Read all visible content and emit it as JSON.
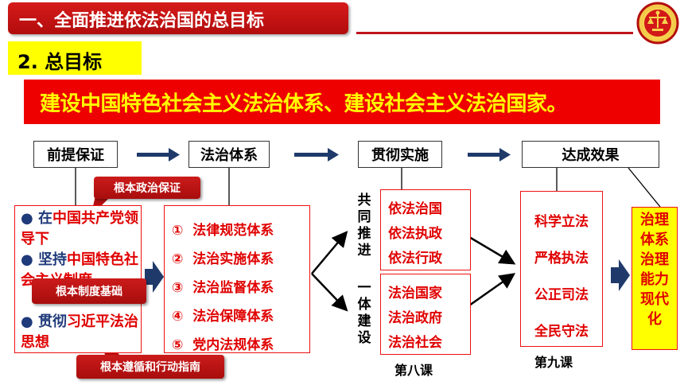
{
  "header": {
    "title": "一、全面推进依法治国的总目标"
  },
  "subheading": {
    "title": "2. 总目标"
  },
  "banner": {
    "text": "建设中国特色社会主义法治体系、建设社会主义法治国家。"
  },
  "stages": [
    "前提保证",
    "法治体系",
    "贯彻实施",
    "达成效果"
  ],
  "premise": {
    "bullets": [
      {
        "lead": "在",
        "rest": "中国共产党领导下"
      },
      {
        "lead": "坚持",
        "rest": "中国特色社会主义制度"
      },
      {
        "lead": "贯彻",
        "rest": "习近平法治思想"
      }
    ]
  },
  "tags": {
    "political": "根本政治保证",
    "institutional": "根本制度基础",
    "guide": "根本遵循和行动指南"
  },
  "systems": [
    {
      "num": "①",
      "label": "法律规范体系"
    },
    {
      "num": "②",
      "label": "法治实施体系"
    },
    {
      "num": "③",
      "label": "法治监督体系"
    },
    {
      "num": "④",
      "label": "法治保障体系"
    },
    {
      "num": "⑤",
      "label": "党内法规体系"
    }
  ],
  "implement": {
    "vertical_top": [
      "共",
      "同",
      "推",
      "进"
    ],
    "vertical_bottom": [
      "一",
      "体",
      "建",
      "设"
    ],
    "top_items": [
      "依法治国",
      "依法执政",
      "依法行政"
    ],
    "bottom_items": [
      "法治国家",
      "法治政府",
      "法治社会"
    ],
    "caption": "第八课"
  },
  "effects": {
    "items": [
      "科学立法",
      "严格执法",
      "公正司法",
      "全民守法"
    ],
    "caption": "第九课"
  },
  "result": {
    "lines": [
      "治理",
      "体系",
      "治理",
      "能力",
      "现代",
      "化"
    ]
  },
  "colors": {
    "red": "#e00000",
    "yellow": "#ffff00",
    "navy": "#1f3a7a",
    "header": "#c0141c"
  },
  "icons": [
    "emblem-icon",
    "right-arrow-icon",
    "block-arrow-icon"
  ]
}
